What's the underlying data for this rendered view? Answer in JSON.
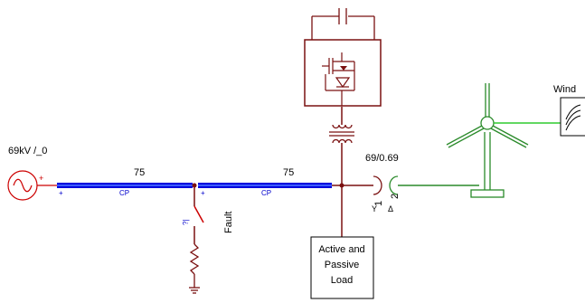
{
  "source": {
    "label": "69kV /_0"
  },
  "cables": [
    {
      "length": "75",
      "type": "CP",
      "polarity": "+"
    },
    {
      "length": "75",
      "type": "CP",
      "polarity": "+"
    }
  ],
  "fault": {
    "label": "Fault",
    "symbol": "?|"
  },
  "transformer": {
    "ratio": "69/0.69",
    "winding1": "1",
    "winding2": "2"
  },
  "load": {
    "line1": "Active and",
    "line2": "Passive",
    "line3": "Load"
  },
  "wind": {
    "label": "Wind"
  },
  "colors": {
    "cable": "#0000dd",
    "bus": "#7a1010",
    "wind_line": "#2a8a2a",
    "source": "#cc0000",
    "wind_source_line": "#2ecc2e"
  }
}
